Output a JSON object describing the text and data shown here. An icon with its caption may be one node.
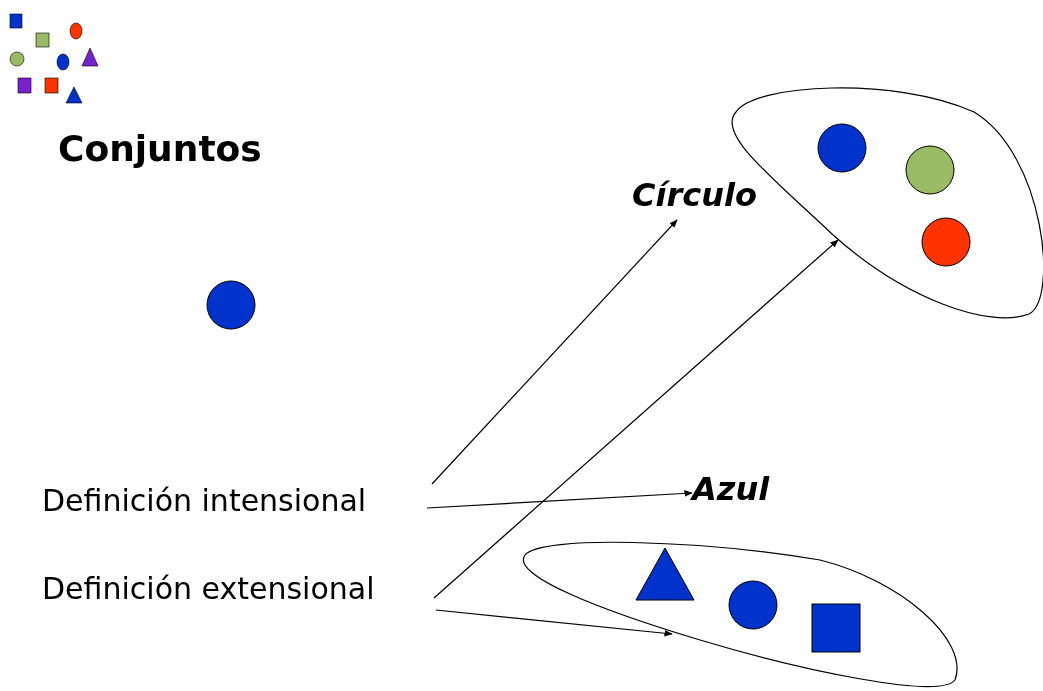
{
  "diagram": {
    "nodes": [
      {
        "text": [
          "Círculo"
        ]
      },
      {
        "text": [
          "Azul"
        ]
      },
      {
        "text": [
          "Definición intensional"
        ]
      },
      {
        "text": [
          "Definición extensional"
        ]
      },
      {
        "text": [],
        "shape": "cloud"
      },
      {
        "text": [],
        "shape": "cloud"
      }
    ],
    "edges": [
      {
        "from": 2,
        "to": 0,
        "arrow": "to"
      },
      {
        "from": 2,
        "to": 1,
        "arrow": "to"
      },
      {
        "from": 3,
        "to": 4,
        "arrow": "to"
      },
      {
        "from": 3,
        "to": 5,
        "arrow": "to"
      }
    ],
    "labels": [
      "Conjuntos"
    ]
  }
}
